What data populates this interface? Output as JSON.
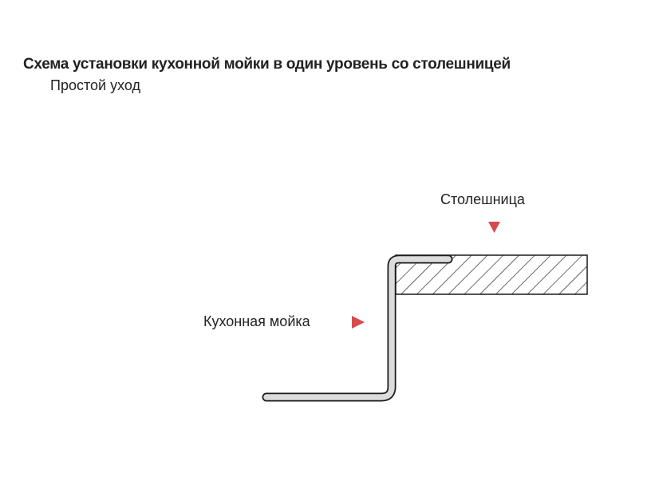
{
  "title": "Схема установки кухонной мойки в один уровень со столешницей",
  "subtitle": "Простой уход",
  "labels": {
    "countertop": "Столешница",
    "sink": "Кухонная мойка"
  },
  "colors": {
    "arrow": "#d64a4b",
    "sink_fill": "#dcdcdc",
    "outline": "#1a1a1a"
  },
  "icons": {
    "countertop_pointer": "triangle-down-icon",
    "sink_pointer": "triangle-right-icon"
  }
}
